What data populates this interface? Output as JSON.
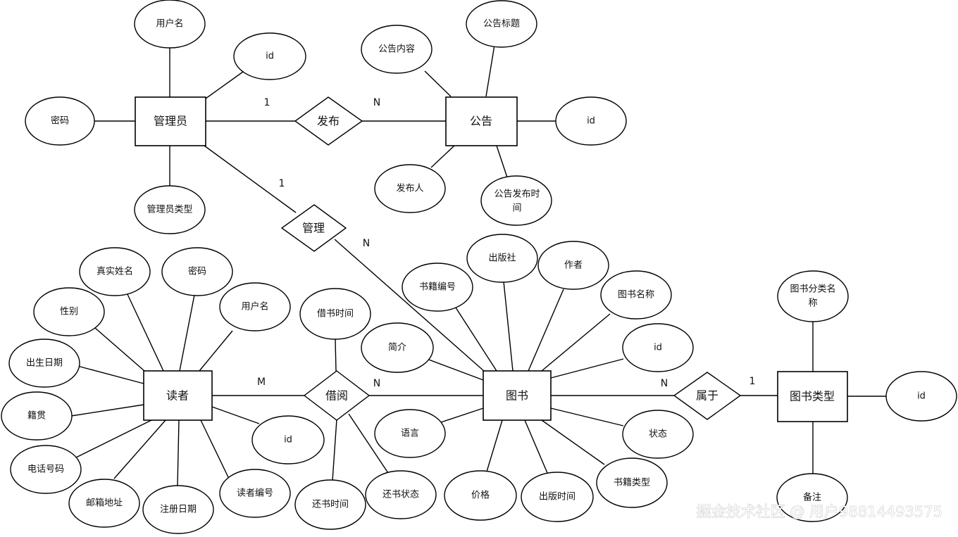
{
  "entities": {
    "admin": "管理员",
    "notice": "公告",
    "reader": "读者",
    "book": "图书",
    "book_type": "图书类型"
  },
  "relationships": {
    "publish": "发布",
    "manage": "管理",
    "borrow": "借阅",
    "belong": "属于"
  },
  "attributes": {
    "admin_username": "用户名",
    "admin_id": "id",
    "admin_password": "密码",
    "admin_type": "管理员类型",
    "notice_content": "公告内容",
    "notice_title": "公告标题",
    "notice_id": "id",
    "notice_publisher": "发布人",
    "notice_time": [
      "公告发布时",
      "间"
    ],
    "reader_realname": "真实姓名",
    "reader_password": "密码",
    "reader_username": "用户名",
    "reader_gender": "性别",
    "reader_birthday": "出生日期",
    "reader_native": "籍贯",
    "reader_phone": "电话号码",
    "reader_email": "邮箱地址",
    "reader_regdate": "注册日期",
    "reader_no": "读者编号",
    "reader_id": "id",
    "borrow_time": "借书时间",
    "return_time": "还书时间",
    "return_status": "还书状态",
    "book_no": "书籍编号",
    "book_publisher": "出版社",
    "book_author": "作者",
    "book_name": "图书名称",
    "book_id": "id",
    "book_intro": "简介",
    "book_language": "语言",
    "book_status": "状态",
    "book_price": "价格",
    "book_pubdate": "出版时间",
    "book_category": "书籍类型",
    "type_name": [
      "图书分类名",
      "称"
    ],
    "type_id": "id",
    "type_remark": "备注"
  },
  "cardinalities": {
    "publish_admin": "1",
    "publish_notice": "N",
    "manage_admin": "1",
    "manage_book": "N",
    "borrow_reader": "M",
    "borrow_book": "N",
    "belong_book": "N",
    "belong_type": "1"
  },
  "watermark": "掘金技术社区 @ 用户98814493575"
}
